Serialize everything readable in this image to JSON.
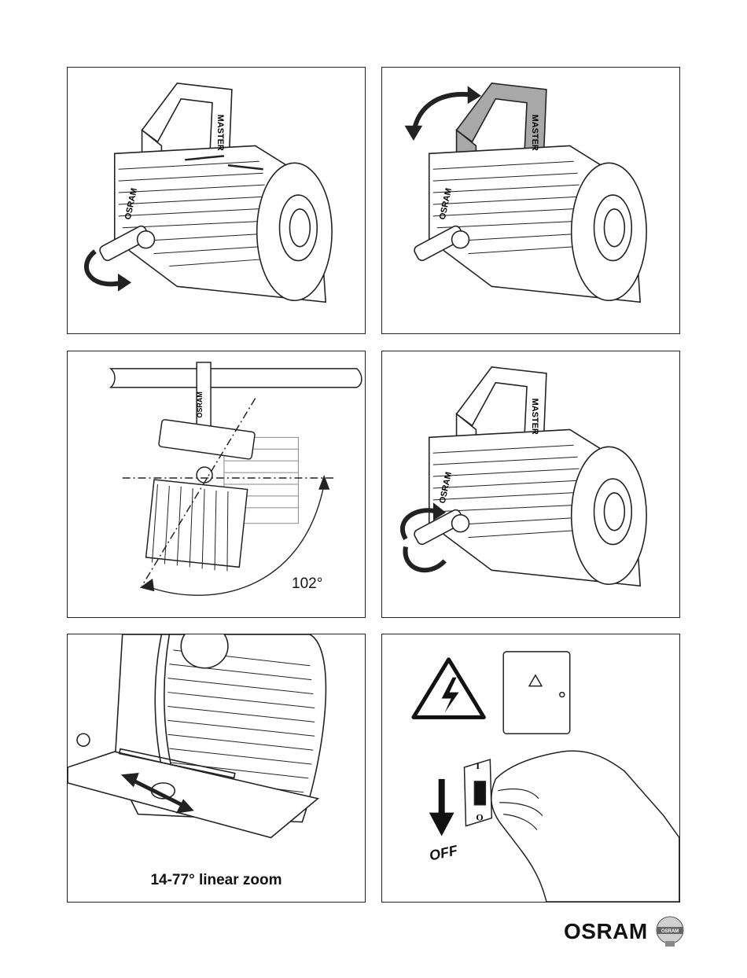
{
  "brand": {
    "fixture_brand": "OSRAM",
    "fixture_model": "MASTER",
    "logo_word": "OSRAM",
    "logo_badge": "OSRAM"
  },
  "panels": {
    "tilt": {
      "angle_label": "102°"
    },
    "zoom": {
      "caption": "14-77° linear zoom"
    },
    "power": {
      "switch_on": "I",
      "switch_off": "O",
      "off_label": "OFF"
    }
  },
  "colors": {
    "line": "#222222",
    "highlight_fill": "#a8a8a8",
    "panel_border": "#222222"
  },
  "icons": [
    "high-voltage-warning-icon",
    "off-arrow-icon",
    "rotation-arrow-icon"
  ]
}
